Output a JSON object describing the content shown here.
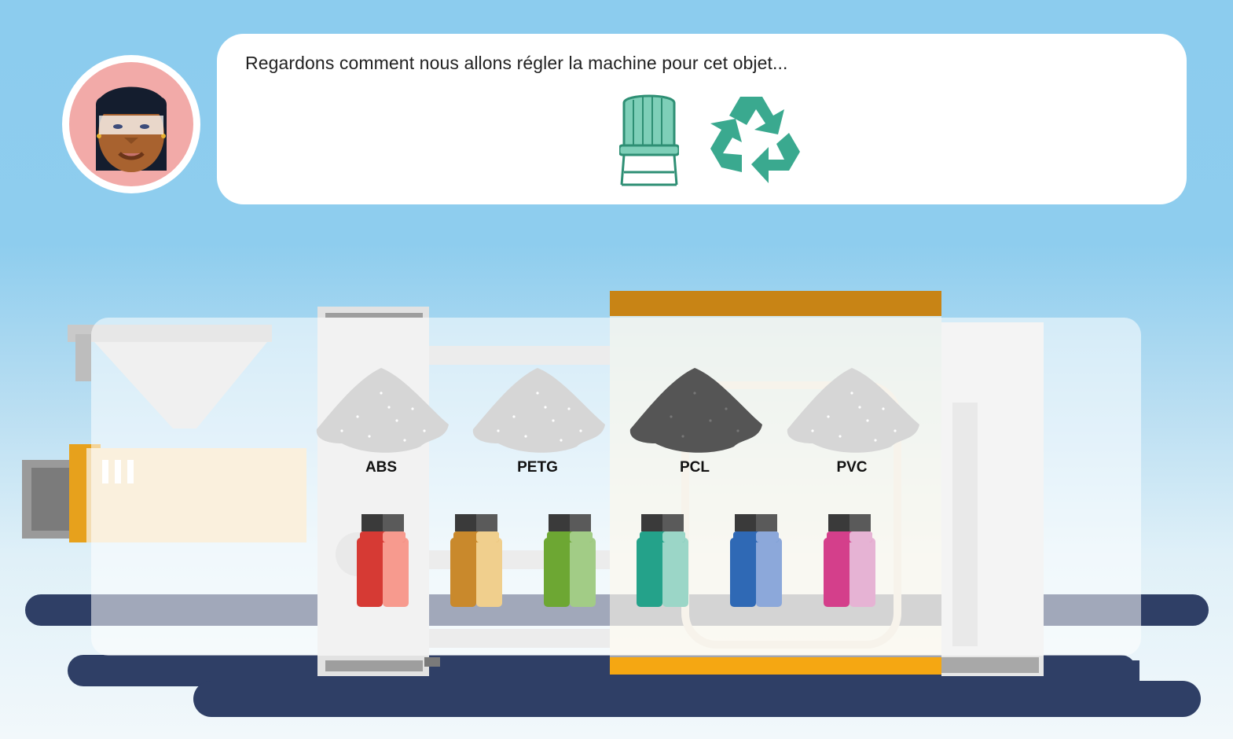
{
  "dialog": {
    "text": "Regardons comment nous allons régler la machine pour cet objet...",
    "icons": [
      "chair-icon",
      "recycle-icon"
    ],
    "accent": "#3aa98f"
  },
  "materials": [
    {
      "label": "ABS",
      "color": "#dcdcdc"
    },
    {
      "label": "PETG",
      "color": "#dcdcdc"
    },
    {
      "label": "PCL",
      "color": "#5a5a5a"
    },
    {
      "label": "PVC",
      "color": "#dcdcdc"
    }
  ],
  "dyes": [
    {
      "name": "red",
      "dark": "#d63a34",
      "light": "#f79a8e"
    },
    {
      "name": "yellow",
      "dark": "#c9892c",
      "light": "#f0cf8d"
    },
    {
      "name": "green",
      "dark": "#6da733",
      "light": "#a2cc86"
    },
    {
      "name": "teal",
      "dark": "#24a28a",
      "light": "#9bd6c7"
    },
    {
      "name": "blue",
      "dark": "#2f69b5",
      "light": "#8ca8da"
    },
    {
      "name": "magenta",
      "dark": "#d43f8b",
      "light": "#e6b3d4"
    }
  ]
}
